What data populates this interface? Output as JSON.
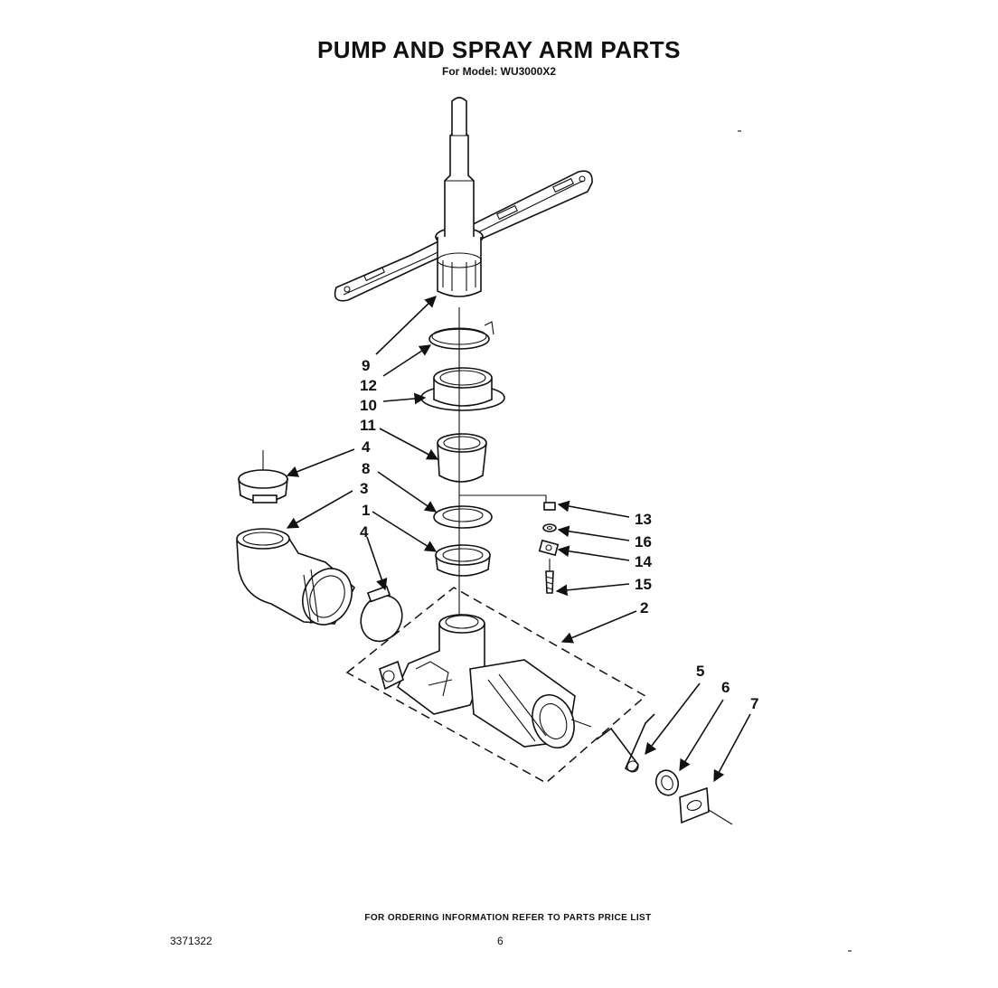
{
  "header": {
    "title": "PUMP AND SPRAY ARM PARTS",
    "subtitle": "For Model: WU3000X2"
  },
  "callouts": {
    "c9": "9",
    "c12": "12",
    "c10": "10",
    "c11": "11",
    "c4a": "4",
    "c8": "8",
    "c3": "3",
    "c1": "1",
    "c4b": "4",
    "c13": "13",
    "c16": "16",
    "c14": "14",
    "c15": "15",
    "c2": "2",
    "c5": "5",
    "c6": "6",
    "c7": "7"
  },
  "footer": {
    "ordering_note": "FOR ORDERING INFORMATION REFER TO PARTS PRICE LIST",
    "doc_number": "3371322",
    "page_number": "6"
  }
}
